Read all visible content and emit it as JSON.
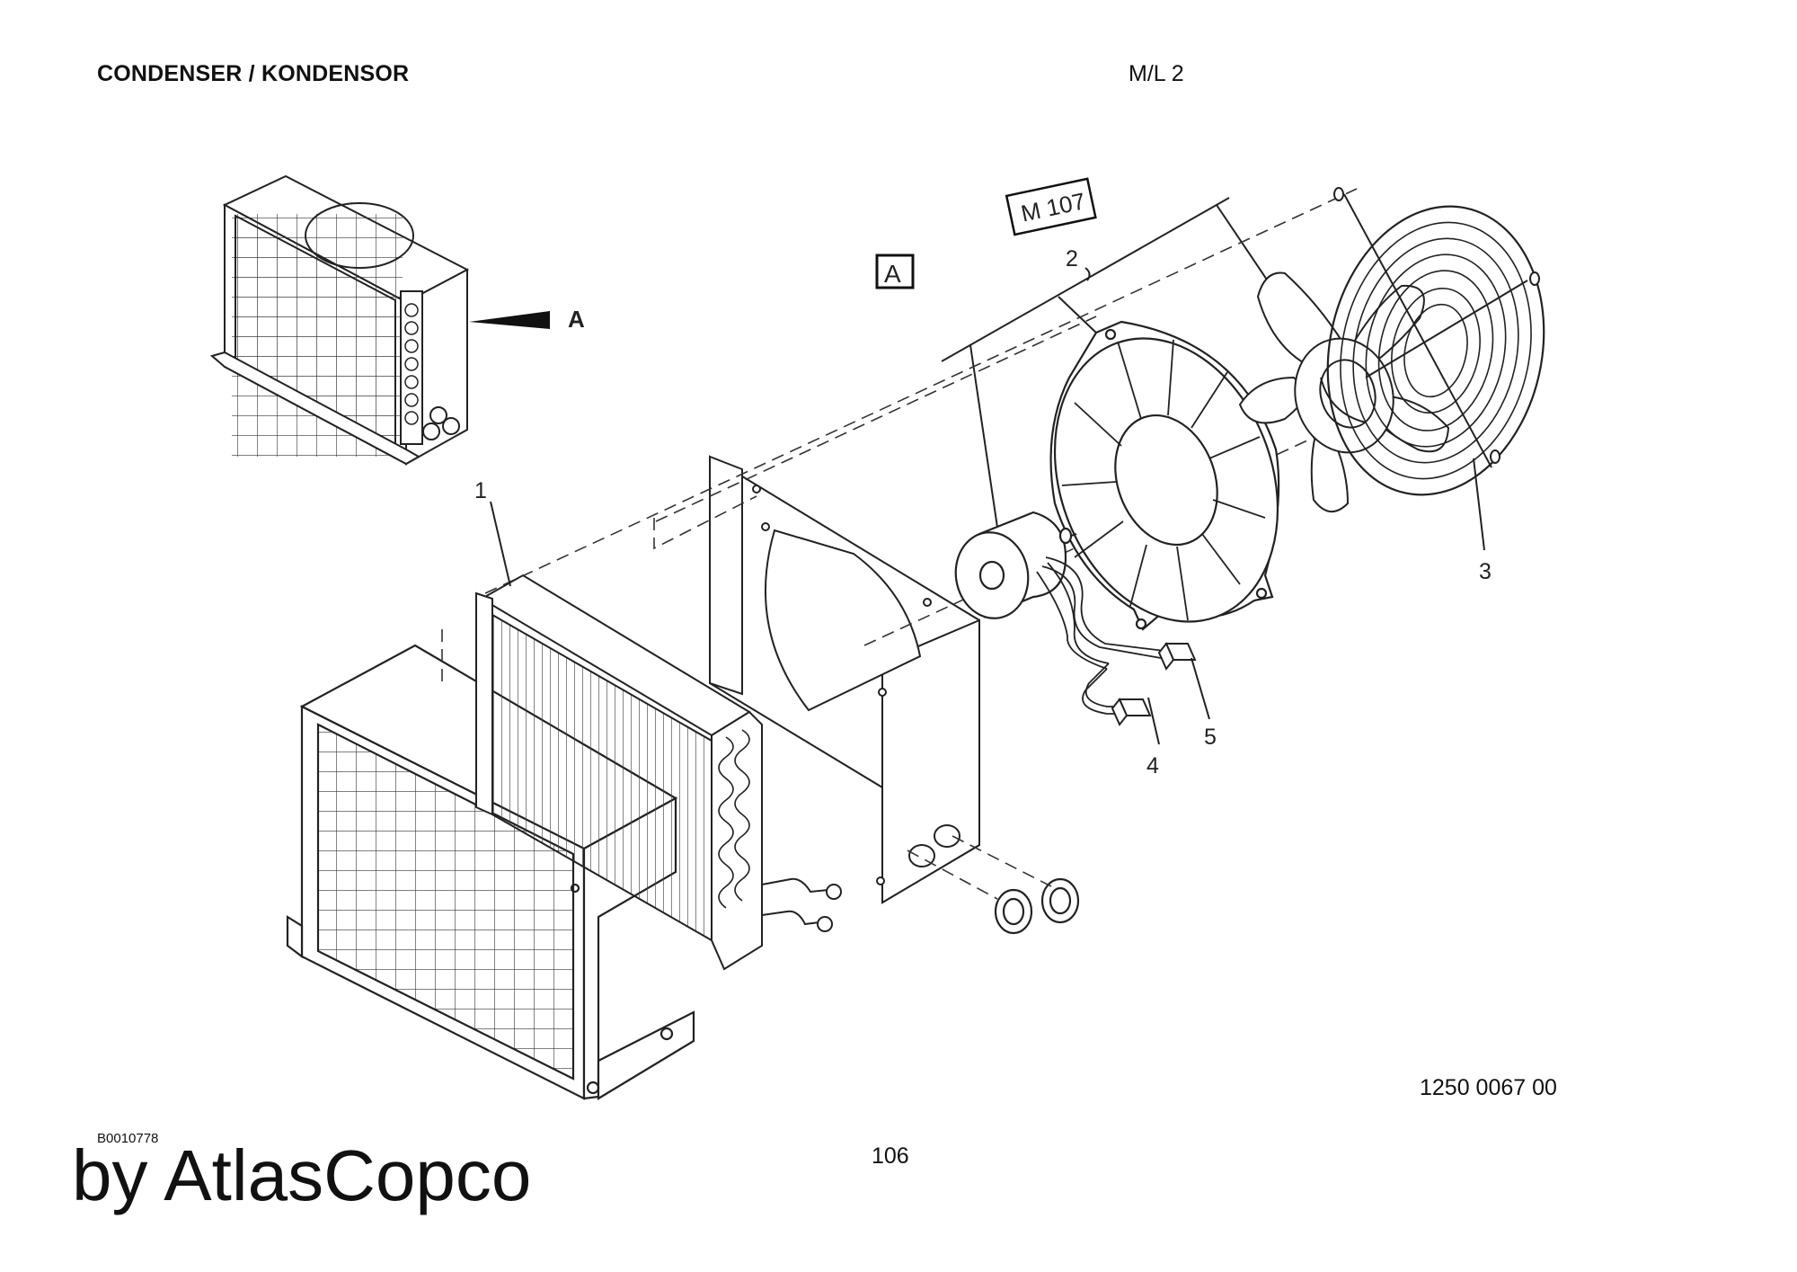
{
  "header": {
    "title": "CONDENSER / KONDENSOR",
    "model_level": "M/L 2"
  },
  "view_label": "A",
  "view_arrow_label": "A",
  "module_label": "M 107",
  "callouts": [
    {
      "id": "1",
      "text": "1"
    },
    {
      "id": "2",
      "text": "2"
    },
    {
      "id": "3",
      "text": "3"
    },
    {
      "id": "4",
      "text": "4"
    },
    {
      "id": "5",
      "text": "5"
    }
  ],
  "document_number": "1250 0067 00",
  "image_code": "B0010778",
  "page_number": "106",
  "brand": "by AtlasCopco"
}
